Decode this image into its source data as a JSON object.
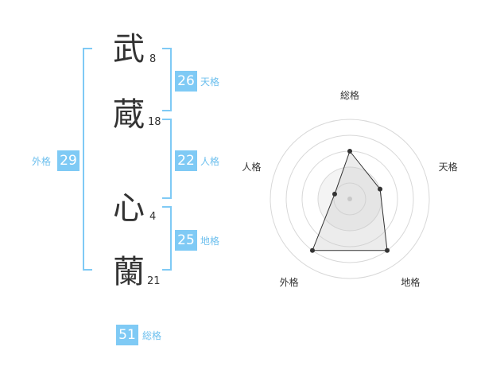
{
  "name": {
    "chars": [
      {
        "char": "武",
        "strokes": "8"
      },
      {
        "char": "蔵",
        "strokes": "18"
      },
      {
        "char": "心",
        "strokes": "4"
      },
      {
        "char": "蘭",
        "strokes": "21"
      }
    ]
  },
  "fortune": {
    "tenkaku": {
      "value": "26",
      "label": "天格"
    },
    "jinkaku": {
      "value": "22",
      "label": "人格"
    },
    "chikaku": {
      "value": "25",
      "label": "地格"
    },
    "gaikaku": {
      "value": "29",
      "label": "外格"
    },
    "soukaku": {
      "value": "51",
      "label": "総格"
    }
  },
  "colors": {
    "accent": "#7fcaf5",
    "label": "#6cbfee",
    "text": "#333333"
  },
  "chart_data": {
    "type": "radar",
    "axes": [
      "総格",
      "天格",
      "地格",
      "外格",
      "人格"
    ],
    "values": [
      3,
      2,
      4,
      4,
      1
    ],
    "max": 5,
    "rings": 5
  }
}
